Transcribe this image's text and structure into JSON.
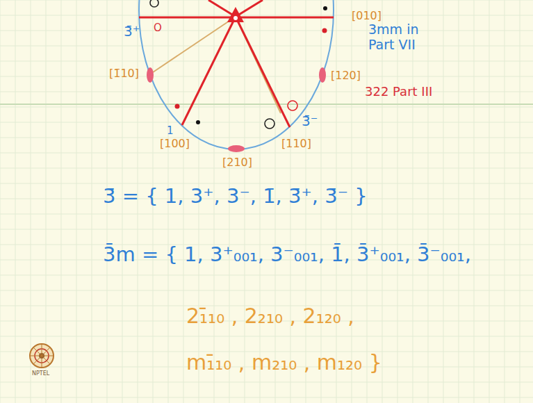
{
  "diagram": {
    "labels": [
      "3̄⁺",
      "O",
      "[010]",
      "3mm in Part VII",
      "[120]",
      "[1̄10]",
      "3̄⁻",
      "322 Part III",
      "1",
      "[100]",
      "[210]",
      "[110]",
      "3̄ = { 1, 3⁺, 3⁻, 1̄, 3̄⁺, 3̄⁻ }",
      "3̄m = { 1, 3⁺₀₀₁, 3⁻₀₀₁, 1̄, 3̄⁺₀₀₁, 3̄⁻₀₀₁,",
      "2₁̄₁₀ , 2₂₁₀ , 2₁₂₀ ,",
      "m₁̄₁₀ , m₂₁₀ , m₁₂₀ }",
      "NPTEL"
    ]
  }
}
